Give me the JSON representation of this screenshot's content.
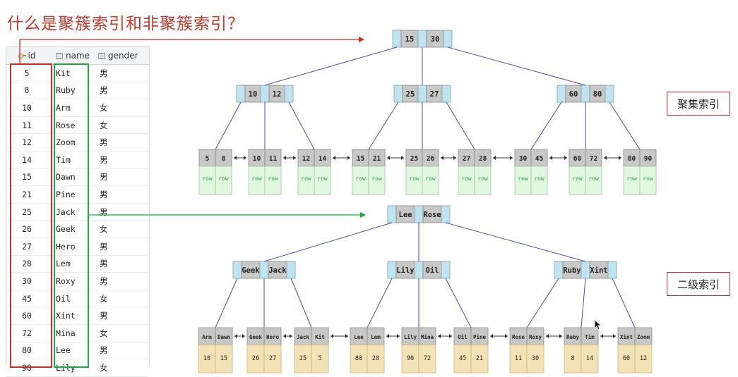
{
  "title": "什么是聚簇索引和非聚簇索引？",
  "table": {
    "headers": {
      "id": "id",
      "name": "name",
      "gender": "gender"
    },
    "rows": [
      {
        "id": "5",
        "name": "Kit",
        "gender": "男"
      },
      {
        "id": "8",
        "name": "Ruby",
        "gender": "男"
      },
      {
        "id": "10",
        "name": "Arm",
        "gender": "女"
      },
      {
        "id": "11",
        "name": "Rose",
        "gender": "女"
      },
      {
        "id": "12",
        "name": "Zoom",
        "gender": "男"
      },
      {
        "id": "14",
        "name": "Tim",
        "gender": "男"
      },
      {
        "id": "15",
        "name": "Dawn",
        "gender": "男"
      },
      {
        "id": "21",
        "name": "Pine",
        "gender": "男"
      },
      {
        "id": "25",
        "name": "Jack",
        "gender": "男"
      },
      {
        "id": "26",
        "name": "Geek",
        "gender": "女"
      },
      {
        "id": "27",
        "name": "Hero",
        "gender": "男"
      },
      {
        "id": "28",
        "name": "Lem",
        "gender": "男"
      },
      {
        "id": "30",
        "name": "Roxy",
        "gender": "男"
      },
      {
        "id": "45",
        "name": "Oil",
        "gender": "女"
      },
      {
        "id": "60",
        "name": "Xint",
        "gender": "男"
      },
      {
        "id": "72",
        "name": "Mina",
        "gender": "女"
      },
      {
        "id": "80",
        "name": "Lee",
        "gender": "男"
      },
      {
        "id": "90",
        "name": "Lily",
        "gender": "女"
      }
    ]
  },
  "clustered": {
    "label": "聚集索引",
    "root": [
      "15",
      "30"
    ],
    "inner": [
      [
        "10",
        "12"
      ],
      [
        "25",
        "27"
      ],
      [
        "60",
        "80"
      ]
    ],
    "leaves": [
      [
        "5",
        "8"
      ],
      [
        "10",
        "11"
      ],
      [
        "12",
        "14"
      ],
      [
        "15",
        "21"
      ],
      [
        "25",
        "26"
      ],
      [
        "27",
        "28"
      ],
      [
        "30",
        "45"
      ],
      [
        "60",
        "72"
      ],
      [
        "80",
        "90"
      ]
    ],
    "row_text": "row"
  },
  "secondary": {
    "label": "二级索引",
    "root": [
      "Lee",
      "Rose"
    ],
    "inner": [
      [
        "Geek",
        "Jack"
      ],
      [
        "Lily",
        "Oil"
      ],
      [
        "Ruby",
        "Xint"
      ]
    ],
    "leaves": [
      {
        "keys": [
          "Arm",
          "Dawn"
        ],
        "ids": [
          "10",
          "15"
        ]
      },
      {
        "keys": [
          "Geek",
          "Hero"
        ],
        "ids": [
          "26",
          "27"
        ]
      },
      {
        "keys": [
          "Jack",
          "Kit"
        ],
        "ids": [
          "25",
          "5"
        ]
      },
      {
        "keys": [
          "Lee",
          "Lem"
        ],
        "ids": [
          "80",
          "28"
        ]
      },
      {
        "keys": [
          "Lily",
          "Mina"
        ],
        "ids": [
          "90",
          "72"
        ]
      },
      {
        "keys": [
          "Oil",
          "Pine"
        ],
        "ids": [
          "45",
          "21"
        ]
      },
      {
        "keys": [
          "Rose",
          "Roxy"
        ],
        "ids": [
          "11",
          "30"
        ]
      },
      {
        "keys": [
          "Ruby",
          "Tim"
        ],
        "ids": [
          "8",
          "14"
        ]
      },
      {
        "keys": [
          "Xint",
          "Zoom"
        ],
        "ids": [
          "60",
          "12"
        ]
      }
    ]
  },
  "colors": {
    "title": "#c0392b",
    "node_pointer": "#bfe3ef",
    "node_key": "#c8c8c8",
    "row_cell": "#e2f7df",
    "row_text": "#2a9d3c",
    "id_cell": "#f2e2b6",
    "edge": "#4b4ba8",
    "red_box": "#d62828",
    "green_box": "#1ea64a"
  }
}
